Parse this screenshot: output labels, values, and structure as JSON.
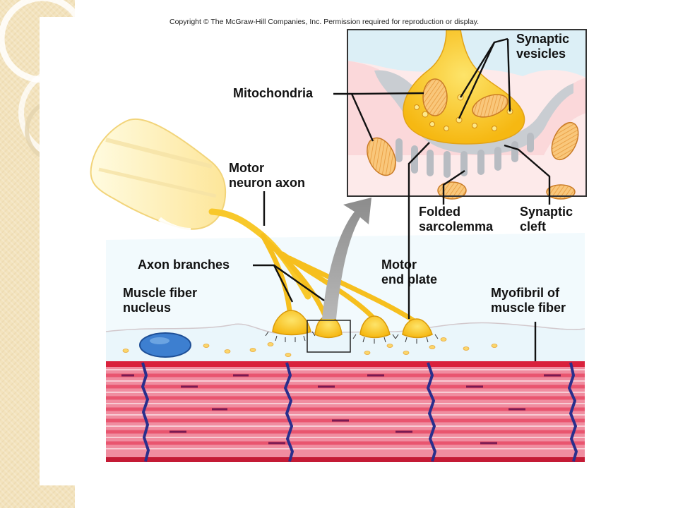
{
  "copyright": "Copyright © The McGraw-Hill Companies, Inc. Permission required for reproduction or display.",
  "labels": {
    "synaptic_vesicles": [
      "Synaptic",
      "vesicles"
    ],
    "mitochondria": "Mitochondria",
    "motor_neuron_axon": [
      "Motor",
      "neuron axon"
    ],
    "axon_branches": "Axon branches",
    "muscle_fiber_nucleus": [
      "Muscle fiber",
      "nucleus"
    ],
    "folded_sarcolemma": [
      "Folded",
      "sarcolemma"
    ],
    "synaptic_cleft": [
      "Synaptic",
      "cleft"
    ],
    "motor_end_plate": [
      "Motor",
      "end plate"
    ],
    "myofibril": [
      "Myofibril of",
      "muscle fiber"
    ]
  },
  "colors": {
    "background_strip": "#f3e3bd",
    "muscle_red": "#e03a55",
    "z_line": "#2a2f8c",
    "axon_yellow": "#f7c31a",
    "nucleus_blue": "#3d7fd0",
    "muscle_pink": "#fbe1e0",
    "sarcoplasm_blue": "#e9f6fb"
  }
}
